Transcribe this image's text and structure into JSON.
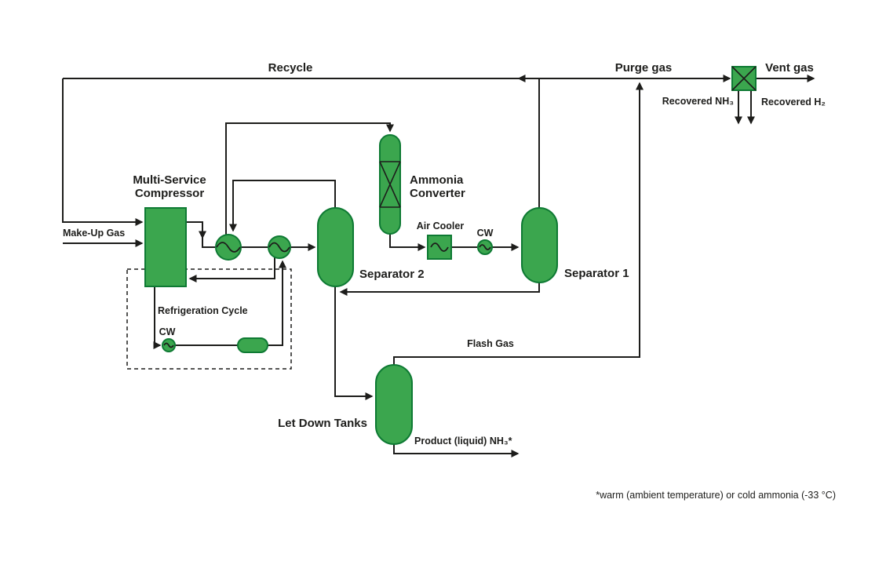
{
  "labels": {
    "recycle": "Recycle",
    "purge_gas": "Purge gas",
    "vent_gas": "Vent gas",
    "recovered_nh3": "Recovered NH₃",
    "recovered_h2": "Recovered H₂",
    "make_up_gas": "Make-Up Gas",
    "multi_service_compressor": "Multi-Service Compressor",
    "ammonia_converter": "Ammonia Converter",
    "air_cooler": "Air Cooler",
    "cw_main": "CW",
    "separator_2": "Separator 2",
    "separator_1": "Separator 1",
    "refrigeration_cycle": "Refrigeration Cycle",
    "cw_refrigeration": "CW",
    "flash_gas": "Flash Gas",
    "let_down_tanks": "Let Down Tanks",
    "product_liquid_nh3": "Product (liquid) NH₃*",
    "footnote": "*warm (ambient temperature) or cold ammonia (-33 °C)"
  },
  "colors": {
    "vessel_fill": "#3BA64E",
    "vessel_stroke": "#0E7A33",
    "line": "#1D1D1B",
    "text": "#1D1D1B",
    "background": "#FFFFFF"
  },
  "equipment": [
    {
      "id": "multi-service-compressor",
      "symbol": "compressor-rectangle"
    },
    {
      "id": "heat-exchanger-1",
      "symbol": "exchanger-circle"
    },
    {
      "id": "refrigeration-chiller-exchanger",
      "symbol": "exchanger-circle"
    },
    {
      "id": "separator-2",
      "symbol": "vertical-vessel"
    },
    {
      "id": "ammonia-converter",
      "symbol": "vertical-vessel-catalyst-bed"
    },
    {
      "id": "air-cooler",
      "symbol": "exchanger-box"
    },
    {
      "id": "cw-cooler",
      "symbol": "exchanger-circle-small"
    },
    {
      "id": "separator-1",
      "symbol": "vertical-vessel"
    },
    {
      "id": "purge-recovery-unit",
      "symbol": "box-with-cross"
    },
    {
      "id": "refrigeration-cw-condenser",
      "symbol": "exchanger-circle-small"
    },
    {
      "id": "refrigeration-accumulator",
      "symbol": "horizontal-vessel"
    },
    {
      "id": "let-down-tank",
      "symbol": "vertical-vessel"
    }
  ]
}
